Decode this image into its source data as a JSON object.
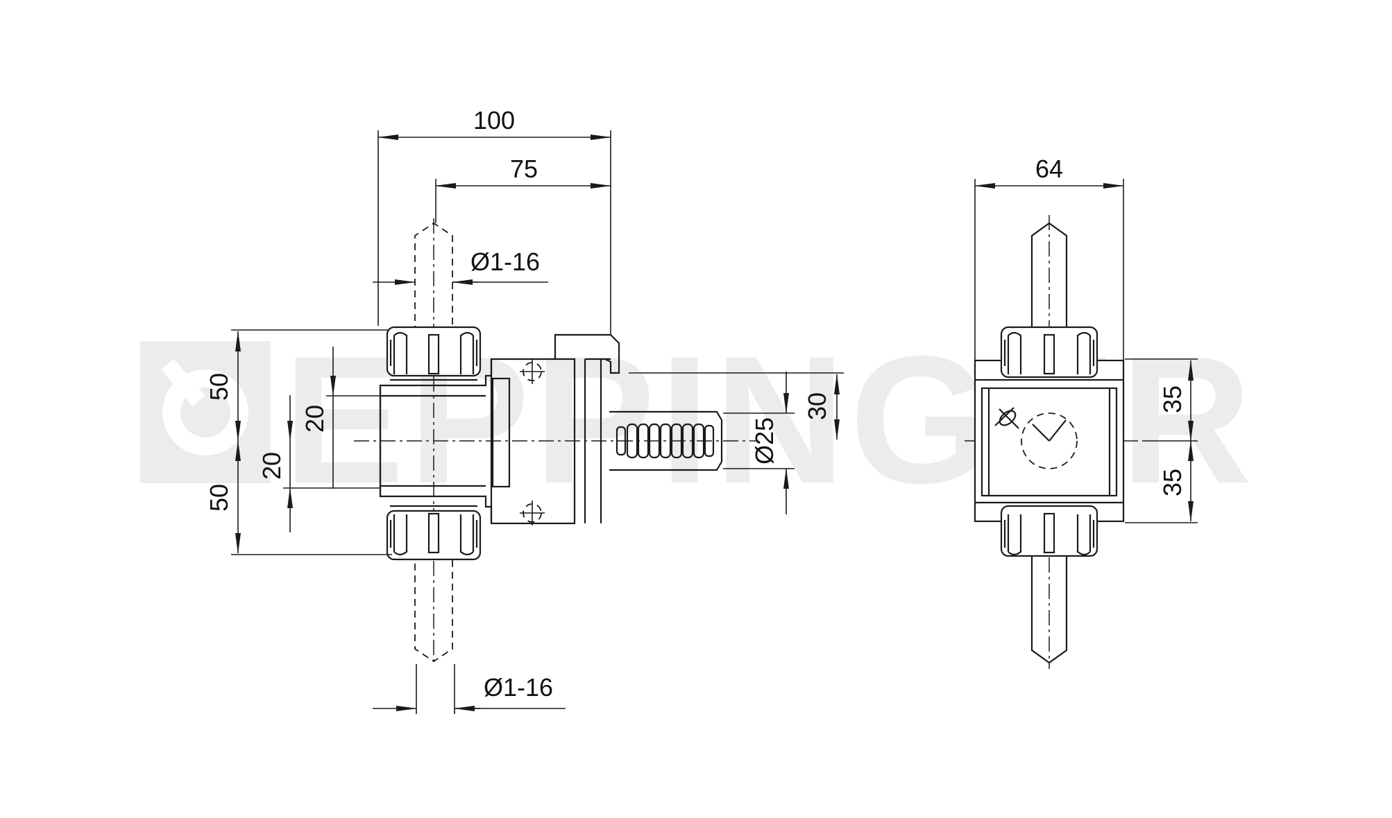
{
  "brand": {
    "watermark": "EPPINGER",
    "watermark_color": "#ececec"
  },
  "colors": {
    "line": "#1a1a1a",
    "background": "#ffffff"
  },
  "side_view": {
    "dim_overall_width": "100",
    "dim_width_75": "75",
    "dim_collet_top": "Ø1-16",
    "dim_collet_bottom": "Ø1-16",
    "dim_upper_50": "50",
    "dim_lower_50": "50",
    "dim_upper_20": "20",
    "dim_lower_20": "20",
    "dim_shank": "Ø25",
    "dim_30": "30"
  },
  "front_view": {
    "dim_width_64": "64",
    "dim_upper_35": "35",
    "dim_lower_35": "35"
  }
}
